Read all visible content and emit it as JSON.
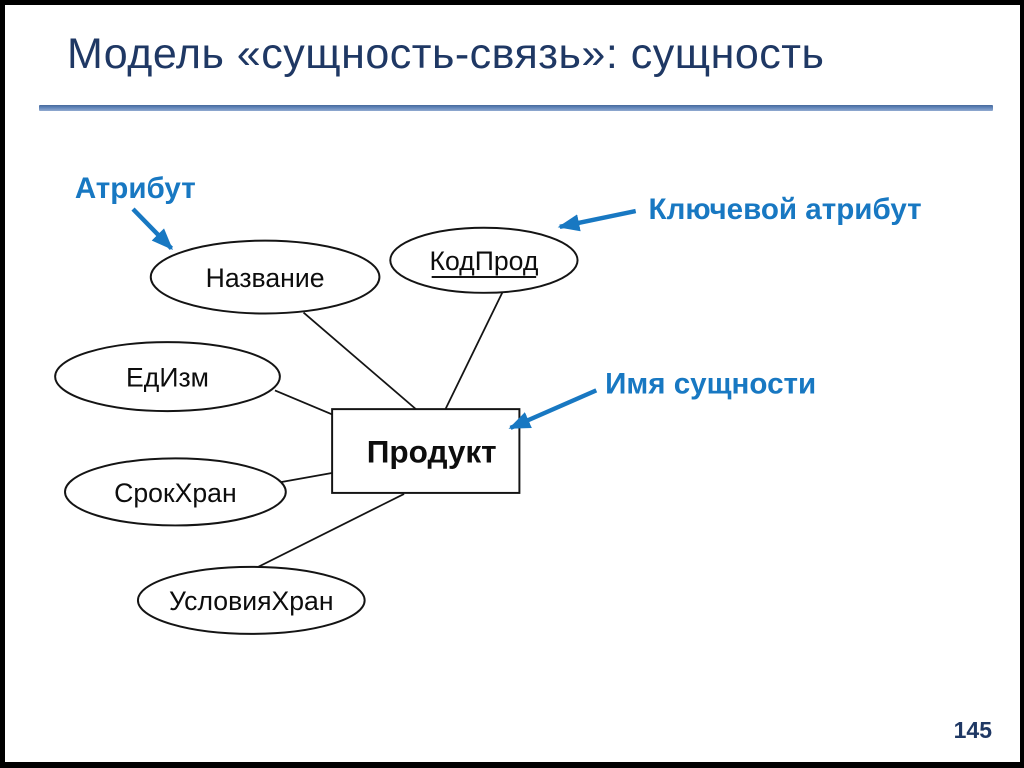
{
  "slide": {
    "title": "Модель «сущность-связь»: сущность",
    "page_number": "145"
  },
  "colors": {
    "title_navy": "#1F3864",
    "accent_blue": "#1878C2",
    "divider_blue": "#6286BA",
    "diagram_stroke": "#141414",
    "background": "#FFFFFF",
    "frame": "#000000"
  },
  "diagram": {
    "entity": {
      "label": "Продукт",
      "shape": "rectangle"
    },
    "attributes": [
      {
        "label": "Название",
        "is_key": false,
        "shape": "ellipse"
      },
      {
        "label": "КодПрод",
        "is_key": true,
        "shape": "ellipse"
      },
      {
        "label": "ЕдИзм",
        "is_key": false,
        "shape": "ellipse"
      },
      {
        "label": "СрокХран",
        "is_key": false,
        "shape": "ellipse"
      },
      {
        "label": "УсловияХран",
        "is_key": false,
        "shape": "ellipse"
      }
    ],
    "annotations": [
      {
        "label": "Атрибут",
        "points_to": "Название"
      },
      {
        "label": "Ключевой атрибут",
        "points_to": "КодПрод"
      },
      {
        "label": "Имя сущности",
        "points_to": "Продукт"
      }
    ]
  }
}
